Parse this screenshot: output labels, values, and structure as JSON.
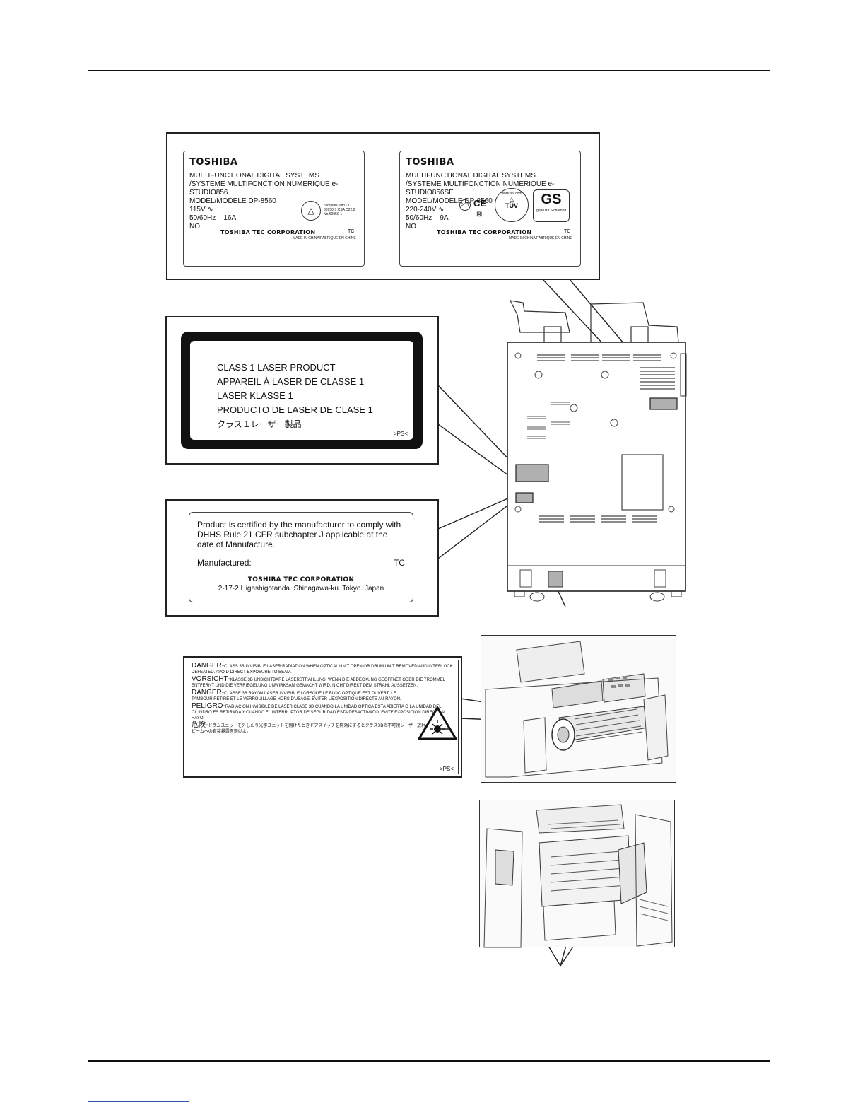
{
  "rating_labels": [
    {
      "brand": "TOSHIBA",
      "line1": "MULTIFUNCTIONAL DIGITAL SYSTEMS",
      "line2": "/SYSTEME MULTIFONCTION NUMERIQUE e-STUDIO856",
      "line3": "MODEL/MODELE DP-8560",
      "voltage": "115V",
      "freq": "50/60Hz",
      "current": "16A",
      "no": "NO.",
      "cert_text": "complies with UL 60950-1 CSA C22.2 No.60950-1",
      "corp": "TOSHIBA TEC CORPORATION",
      "tc": "TC",
      "made_in": "MADE IN CHINA/FABRIQUE EN CHINE"
    },
    {
      "brand": "TOSHIBA",
      "line1": "MULTIFUNCTIONAL DIGITAL SYSTEMS",
      "line2": "/SYSTEME MULTIFONCTION NUMERIQUE e-STUDIO856SE",
      "line3": "MODEL/MODELE DP-8560",
      "voltage": "220-240V",
      "freq": "50/60Hz",
      "current": "9A",
      "no": "NO.",
      "tuv_url": "www.tuv.com",
      "tuv": "TÜV",
      "gs": "GS",
      "gs_sub": "geprüfte Sicherheit",
      "pct": "PCT",
      "ce": "CE",
      "corp": "TOSHIBA TEC CORPORATION",
      "tc": "TC",
      "made_in": "MADE IN CHINA/FABRIQUE EN CHINE"
    }
  ],
  "laser_class_label": {
    "lines": [
      "CLASS 1 LASER PRODUCT",
      "APPAREIL À LASER DE CLASSE 1",
      "LASER KLASSE 1",
      "PRODUCTO DE LASER DE CLASE 1",
      "クラス１レーザー製品"
    ],
    "code": ">PS<"
  },
  "cert_label": {
    "text": "Product is certified by the manufacturer to comply with DHHS Rule 21 CFR subchapter J applicable at the date of Manufacture.",
    "manufactured": "Manufactured:",
    "tc": "TC",
    "corp": "TOSHIBA TEC CORPORATION",
    "address": "2-17-2 Higashigotanda. Shinagawa-ku. Tokyo. Japan"
  },
  "danger_label": {
    "en_head": "DANGER-",
    "en_text": "CLASS 3B INVISIBLE LASER RADIATION WHEN OPTICAL UNIT OPEN OR DRUM UNIT REMOVED AND INTERLOCK DEFEATED. AVOID DIRECT EXPOSURE TO BEAM.",
    "de_head": "VORSICHT-",
    "de_text": "KLASSE 3B UNSICHTBARE LASERSTRAHLUNG, WENN DIE ABDECKUNG GEÖFFNET ODER DIE TROMMEL ENTFERNT UND DIE VERRIEGELUNG UNWIRKSAM GEMACHT WIRD. NICHT DIREKT DEM STRAHL AUSSETZEN.",
    "fr_head": "DANGER-",
    "fr_text": "CLASSE 3B RAYON LASER INVISIBLE LORSQUE LE BLOC OPTIQUE EST OUVERT. LE TAMBOUR RETIRE ET LE VERROUILLAGE HORS D'USAGE. EVITER L'EXPOSITION DIRECTE AU RAYON.",
    "es_head": "PELIGRO-",
    "es_text": "RADIACION INVISIBLE DE LASER CLASE 3B CUANDO LA UNIDAD OPTICA ESTA ABIERTA O LA UNIDAD DEL CILINDRO ES RETIRADA Y CUANDO EL INTERRUPTOR DE SEGURIDAD ESTA DESACTIVADO. EVITE EXPOSICION DIRECTA AL RAYO.",
    "jp_head": "危険-",
    "jp_text": "ドラムユニットを外したり光学ユニットを開けたときドアスイッチを無効にするとクラス3Bの不可視レーザー放射の恐れあり。ビームへの直接暴露を避けよ。",
    "code": ">PS<"
  },
  "colors": {
    "rule": "#111111",
    "label_gray": "#b0b0b0"
  }
}
